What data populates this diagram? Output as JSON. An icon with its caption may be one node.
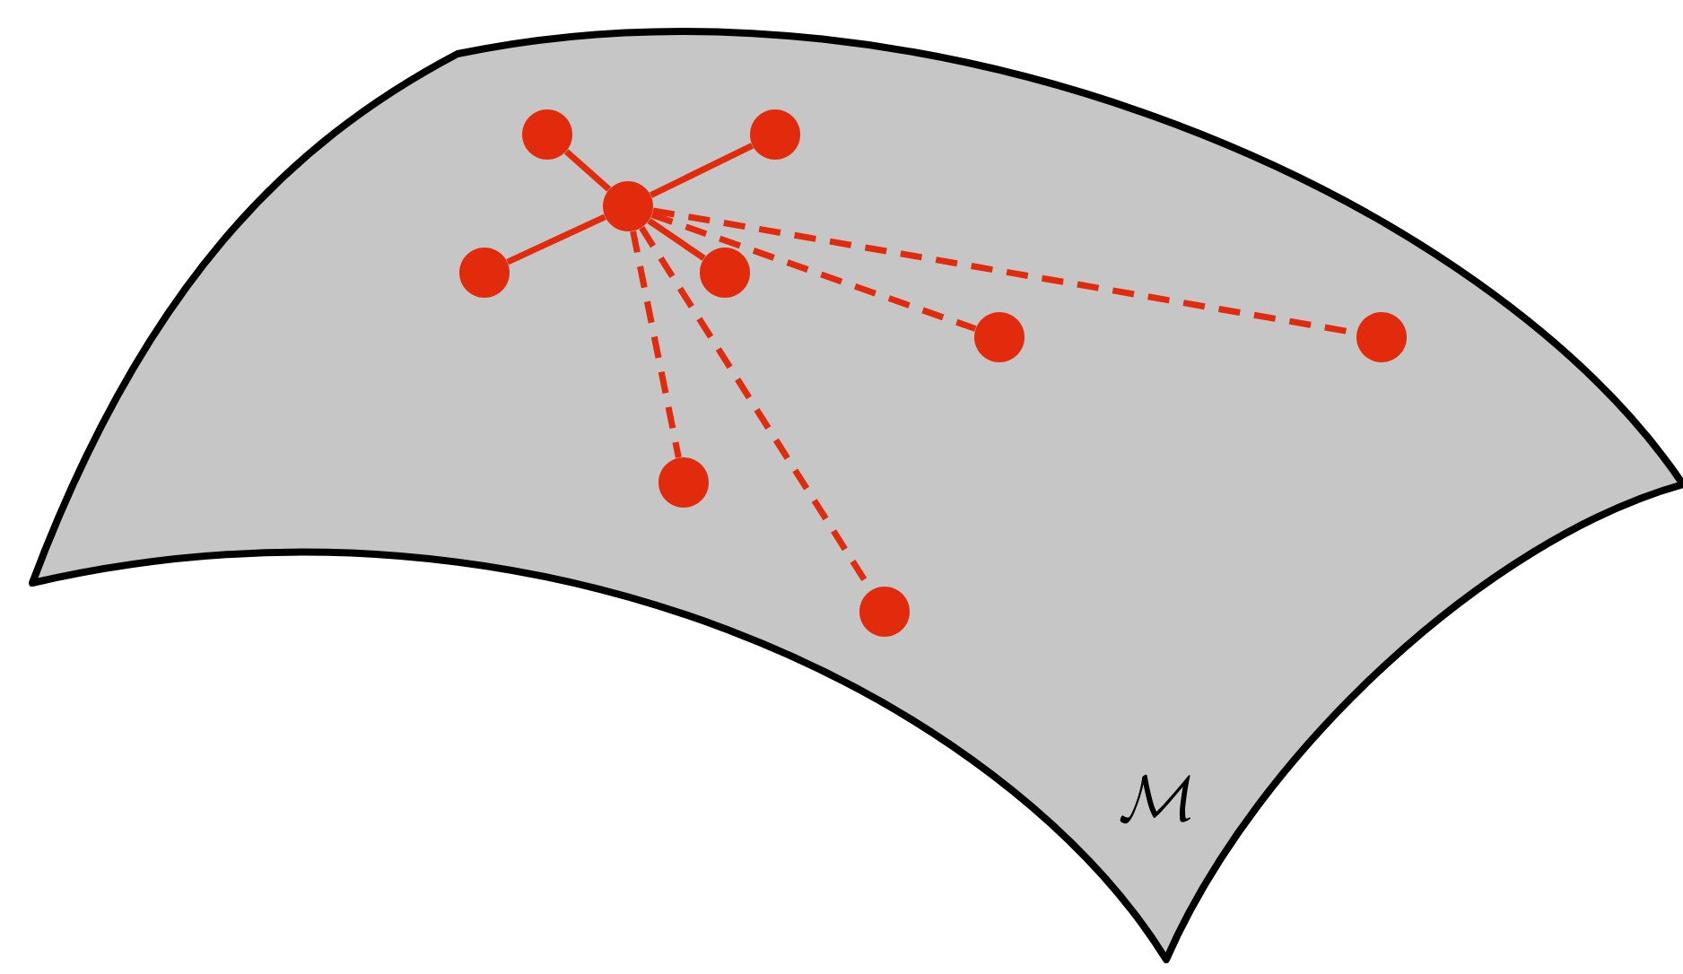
{
  "diagram": {
    "nodes": [
      {
        "text": [
          "\\mathcal{M}"
        ]
      },
      {
        "text": [],
        "shape": "circle",
        "in": 0
      },
      {
        "text": [],
        "shape": "circle",
        "in": 0
      },
      {
        "text": [],
        "shape": "circle",
        "in": 0
      },
      {
        "text": [],
        "shape": "circle",
        "in": 0
      },
      {
        "text": [],
        "shape": "circle",
        "in": 0
      },
      {
        "text": [],
        "shape": "circle",
        "in": 0
      },
      {
        "text": [],
        "shape": "circle",
        "in": 0
      },
      {
        "text": [],
        "shape": "circle",
        "in": 0
      },
      {
        "text": [],
        "shape": "circle",
        "in": 0
      }
    ],
    "edges": [
      {
        "from": 3,
        "to": 1,
        "arrow": "none"
      },
      {
        "from": 3,
        "to": 2,
        "arrow": "none"
      },
      {
        "from": 3,
        "to": 4,
        "arrow": "none"
      },
      {
        "from": 3,
        "to": 5,
        "arrow": "none"
      },
      {
        "from": 3,
        "to": 6,
        "arrow": "none",
        "style": "dashed"
      },
      {
        "from": 3,
        "to": 7,
        "arrow": "none",
        "style": "dashed"
      },
      {
        "from": 3,
        "to": 8,
        "arrow": "none",
        "style": "dashed"
      },
      {
        "from": 3,
        "to": 9,
        "arrow": "none",
        "style": "dashed"
      }
    ]
  }
}
